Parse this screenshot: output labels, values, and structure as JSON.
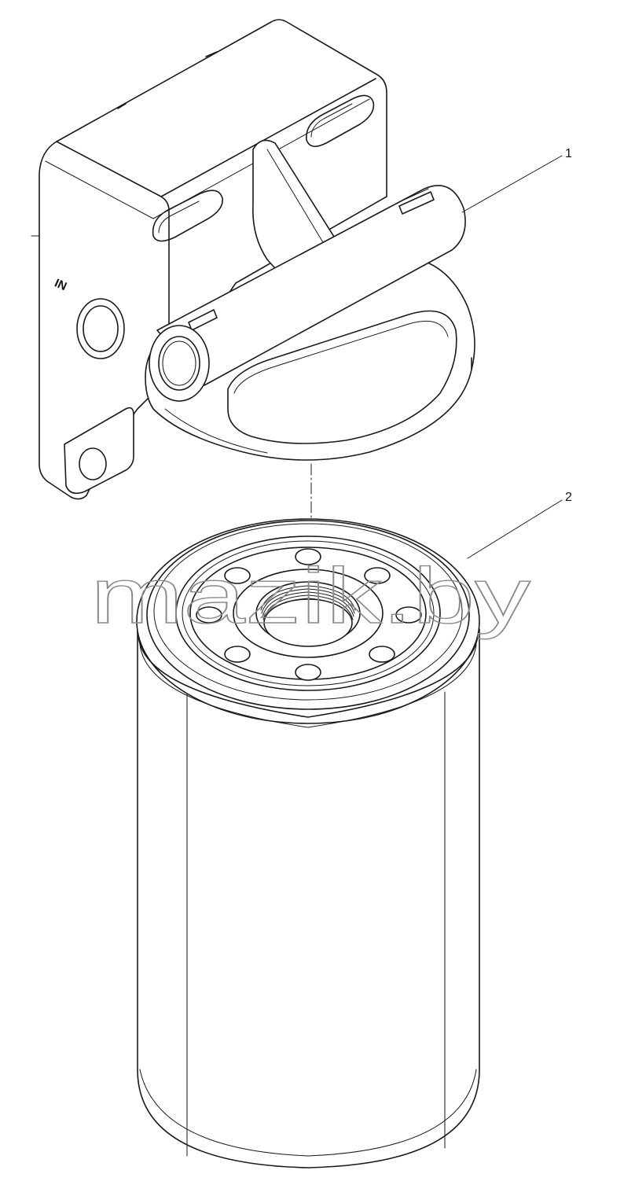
{
  "diagram": {
    "callouts": [
      {
        "label": "1"
      },
      {
        "label": "2"
      }
    ],
    "housing_stamp": "IN",
    "watermark": "mazik.by",
    "colors": {
      "line": "#1a1a1a",
      "background": "#ffffff",
      "watermark": "#8a8a8a"
    }
  }
}
